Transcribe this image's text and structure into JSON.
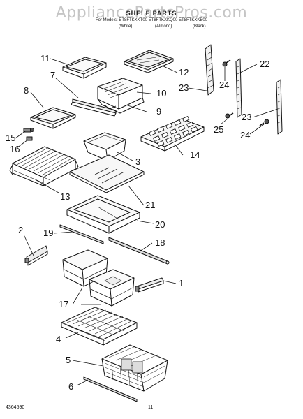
{
  "watermark": "AppliancePartsPros.com",
  "header": {
    "title": "SHELF PARTS",
    "model_line": "For Models: ET8FTKXKT00  ET8FTKXKQ00  ET8FTKXKB00",
    "variants": [
      "(White)",
      "(Almond)",
      "(Black)"
    ]
  },
  "footer": {
    "doc_number": "4364590",
    "page_number": "11"
  },
  "callouts": [
    {
      "id": "11",
      "label": "11"
    },
    {
      "id": "12",
      "label": "12"
    },
    {
      "id": "7",
      "label": "7"
    },
    {
      "id": "10",
      "label": "10"
    },
    {
      "id": "8",
      "label": "8"
    },
    {
      "id": "9",
      "label": "9"
    },
    {
      "id": "15",
      "label": "15"
    },
    {
      "id": "16",
      "label": "16"
    },
    {
      "id": "3",
      "label": "3"
    },
    {
      "id": "14",
      "label": "14"
    },
    {
      "id": "13",
      "label": "13"
    },
    {
      "id": "21",
      "label": "21"
    },
    {
      "id": "20",
      "label": "20"
    },
    {
      "id": "2",
      "label": "2"
    },
    {
      "id": "19",
      "label": "19"
    },
    {
      "id": "18",
      "label": "18"
    },
    {
      "id": "1",
      "label": "1"
    },
    {
      "id": "17",
      "label": "17"
    },
    {
      "id": "4",
      "label": "4"
    },
    {
      "id": "5",
      "label": "5"
    },
    {
      "id": "6",
      "label": "6"
    },
    {
      "id": "22",
      "label": "22"
    },
    {
      "id": "23a",
      "label": "23"
    },
    {
      "id": "24a",
      "label": "24"
    },
    {
      "id": "23b",
      "label": "23"
    },
    {
      "id": "25",
      "label": "25"
    },
    {
      "id": "24b",
      "label": "24"
    }
  ]
}
